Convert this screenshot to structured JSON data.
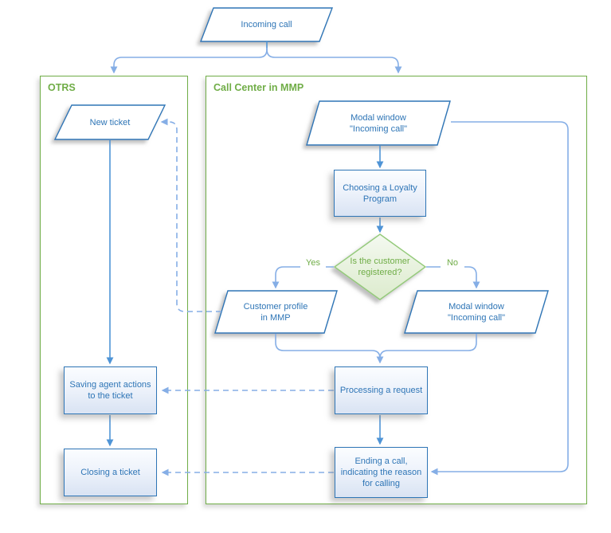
{
  "containers": [
    {
      "id": "otrs",
      "label": "OTRS"
    },
    {
      "id": "mmp",
      "label": "Call Center in MMP"
    }
  ],
  "nodes": {
    "incoming_call": {
      "label": "Incoming call",
      "shape": "parallelogram"
    },
    "new_ticket": {
      "label": "New ticket",
      "shape": "parallelogram",
      "container": "OTRS"
    },
    "modal_window_1": {
      "label": "Modal window\n\"Incoming call\"",
      "shape": "parallelogram",
      "container": "Call Center in MMP"
    },
    "choosing_program": {
      "label": "Choosing a Loyalty\nProgram",
      "shape": "process",
      "container": "Call Center in MMP"
    },
    "is_registered": {
      "label": "Is the customer\nregistered?",
      "shape": "decision",
      "container": "Call Center in MMP"
    },
    "customer_profile": {
      "label": "Customer profile\nin MMP",
      "shape": "parallelogram",
      "container": "Call Center in MMP"
    },
    "modal_window_2": {
      "label": "Modal window\n\"Incoming call\"",
      "shape": "parallelogram",
      "container": "Call Center in MMP"
    },
    "processing_request": {
      "label": "Processing a request",
      "shape": "process",
      "container": "Call Center in MMP"
    },
    "saving_actions": {
      "label": "Saving agent actions\nto the ticket",
      "shape": "process",
      "container": "OTRS"
    },
    "closing_ticket": {
      "label": "Closing a ticket",
      "shape": "process",
      "container": "OTRS"
    },
    "ending_call": {
      "label": "Ending a call,\nindicating the reason\nfor calling",
      "shape": "process",
      "container": "Call Center in MMP"
    }
  },
  "edge_labels": {
    "yes": "Yes",
    "no": "No"
  },
  "colors": {
    "shape_border": "#2e75b6",
    "shape_text": "#2e75b6",
    "process_fill_top": "#fbfdff",
    "process_fill_bottom": "#d9e3f3",
    "connector": "#4f94d6",
    "connector_light": "#85aee6",
    "container_border": "#70ad47",
    "container_text": "#70ad47",
    "decision_border": "#94ca7a",
    "decision_text": "#70ad47",
    "decision_fill_top": "#f4f9f0",
    "decision_fill_bottom": "#dcebcd"
  }
}
